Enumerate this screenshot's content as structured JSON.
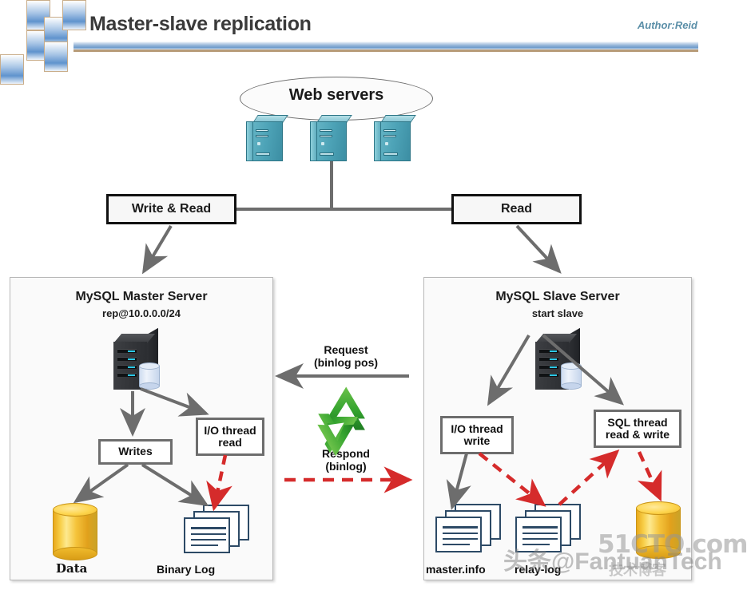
{
  "header": {
    "title": "Master-slave replication",
    "author": "Author:Reid",
    "accent_color": "#5f93cd",
    "author_color": "#5b8fa8"
  },
  "cloud": {
    "label": "Web servers",
    "server_count": 3,
    "server_color": "#4da3b7"
  },
  "routing": {
    "write_read_label": "Write & Read",
    "read_label": "Read"
  },
  "master": {
    "title": "MySQL Master Server",
    "subtitle": "rep@10.0.0.0/24",
    "writes_label": "Writes",
    "io_thread_label": "I/O thread\nread",
    "io_thread_line1": "I/O thread",
    "io_thread_line2": "read",
    "data_label": "Data",
    "binlog_label": "Binary Log"
  },
  "center": {
    "request_line1": "Request",
    "request_line2": "(binlog pos)",
    "respond_line1": "Respond",
    "respond_line2": "(binlog)",
    "recycle_icon": "recycle-icon",
    "request_arrow_color": "#6d6d6d",
    "respond_arrow_color": "#d52b2b"
  },
  "slave": {
    "title": "MySQL Slave Server",
    "subtitle": "start slave",
    "io_thread_line1": "I/O thread",
    "io_thread_line2": "write",
    "sql_thread_line1": "SQL thread",
    "sql_thread_line2": "read & write",
    "master_info_label": "master.info",
    "relay_log_label": "relay-log",
    "data_label": ""
  },
  "watermarks": {
    "site": "51CTO.com",
    "site_sub": "技术博客",
    "author_tag": "头条@FantuanTech"
  }
}
